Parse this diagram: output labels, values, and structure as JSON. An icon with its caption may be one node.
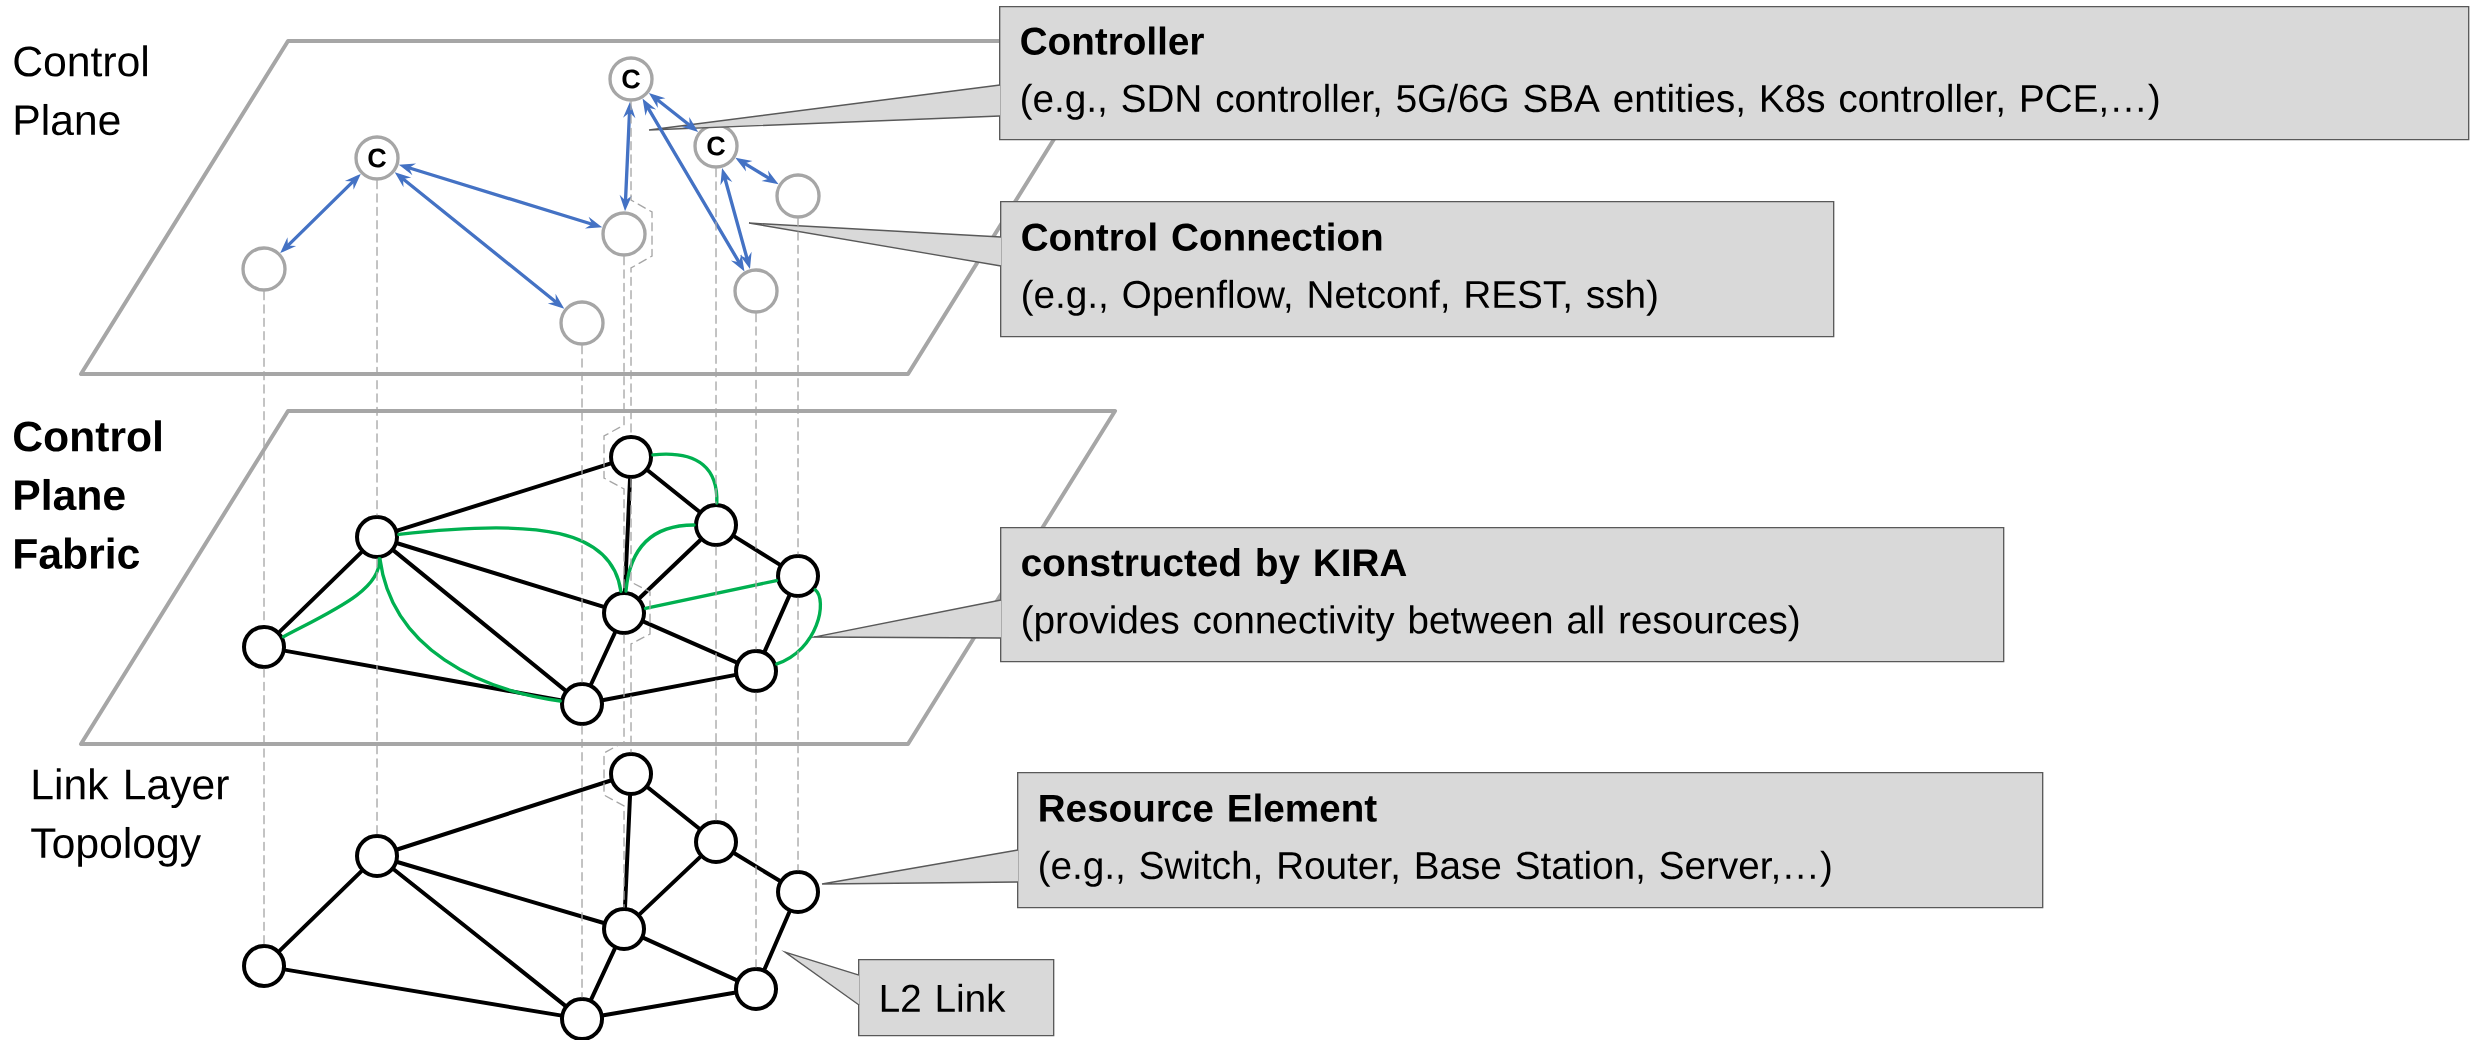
{
  "diagram": {
    "nodes": [
      {
        "text": [
          "Control Plane"
        ]
      },
      {
        "text": [],
        "shape": "circle",
        "in": 0
      },
      {
        "text": [
          "C"
        ],
        "in": 0
      },
      {
        "text": [],
        "shape": "circle",
        "in": 0
      },
      {
        "text": [],
        "shape": "circle",
        "in": 0
      },
      {
        "text": [
          "C"
        ],
        "in": 0
      },
      {
        "text": [
          "C"
        ],
        "in": 0
      },
      {
        "text": [],
        "shape": "circle",
        "in": 0
      },
      {
        "text": [],
        "shape": "circle",
        "in": 0
      },
      {
        "text": [
          "Controller",
          "(e.g., SDN controller, 5G/6G SBA entities, K8s controller, PCE,…)"
        ]
      },
      {
        "text": [
          "Control Connection",
          "(e.g., Openflow, Netconf, REST, ssh)"
        ]
      },
      {
        "text": [
          "Control Plane Fabric"
        ]
      },
      {
        "text": [],
        "shape": "circle",
        "in": 11
      },
      {
        "text": [],
        "shape": "circle",
        "in": 11
      },
      {
        "text": [],
        "shape": "circle",
        "in": 11
      },
      {
        "text": [],
        "shape": "circle",
        "in": 11
      },
      {
        "text": [],
        "shape": "circle",
        "in": 11
      },
      {
        "text": [],
        "shape": "circle",
        "in": 11
      },
      {
        "text": [],
        "shape": "circle",
        "in": 11
      },
      {
        "text": [],
        "shape": "circle",
        "in": 11
      },
      {
        "text": [
          "constructed by KIRA",
          "(provides connectivity between all resources)"
        ]
      },
      {
        "text": [],
        "shape": "circle"
      },
      {
        "text": [],
        "shape": "circle"
      },
      {
        "text": [],
        "shape": "circle"
      },
      {
        "text": [],
        "shape": "circle"
      },
      {
        "text": [],
        "shape": "circle"
      },
      {
        "text": [],
        "shape": "circle"
      },
      {
        "text": [],
        "shape": "circle"
      },
      {
        "text": [],
        "shape": "circle"
      },
      {
        "text": [
          "Resource Element",
          "(e.g., Switch, Router, Base Station, Server,…)"
        ]
      },
      {
        "text": [
          "L2 Link"
        ]
      }
    ],
    "edges": [
      {
        "from": 2,
        "to": 1,
        "arrow": "both",
        "color": "#4472c4"
      },
      {
        "from": 2,
        "to": 4,
        "arrow": "both",
        "color": "#4472c4"
      },
      {
        "from": 2,
        "to": 3,
        "arrow": "both",
        "color": "#4472c4"
      },
      {
        "from": 5,
        "to": 4,
        "arrow": "both",
        "color": "#4472c4"
      },
      {
        "from": 5,
        "to": 6,
        "arrow": "both",
        "color": "#4472c4"
      },
      {
        "from": 5,
        "to": 7,
        "arrow": "both",
        "color": "#4472c4"
      },
      {
        "from": 6,
        "to": 7,
        "arrow": "both",
        "color": "#4472c4"
      },
      {
        "from": 6,
        "to": 8,
        "arrow": "both",
        "color": "#4472c4"
      },
      {
        "from": 12,
        "to": 13,
        "arrow": "none"
      },
      {
        "from": 12,
        "to": 14,
        "arrow": "none"
      },
      {
        "from": 13,
        "to": 16,
        "arrow": "none"
      },
      {
        "from": 13,
        "to": 15,
        "arrow": "none"
      },
      {
        "from": 13,
        "to": 14,
        "arrow": "none"
      },
      {
        "from": 16,
        "to": 15,
        "arrow": "none"
      },
      {
        "from": 16,
        "to": 17,
        "arrow": "none"
      },
      {
        "from": 17,
        "to": 15,
        "arrow": "none"
      },
      {
        "from": 17,
        "to": 19,
        "arrow": "none"
      },
      {
        "from": 19,
        "to": 18,
        "arrow": "none"
      },
      {
        "from": 15,
        "to": 18,
        "arrow": "none"
      },
      {
        "from": 15,
        "to": 14,
        "arrow": "none"
      },
      {
        "from": 14,
        "to": 18,
        "arrow": "none"
      },
      {
        "from": 16,
        "to": 17,
        "arrow": "none",
        "color": "#00b050"
      },
      {
        "from": 13,
        "to": 15,
        "arrow": "none",
        "color": "#00b050"
      },
      {
        "from": 15,
        "to": 17,
        "arrow": "none",
        "color": "#00b050"
      },
      {
        "from": 15,
        "to": 19,
        "arrow": "none",
        "color": "#00b050"
      },
      {
        "from": 19,
        "to": 18,
        "arrow": "none",
        "color": "#00b050"
      },
      {
        "from": 12,
        "to": 13,
        "arrow": "none",
        "color": "#00b050"
      },
      {
        "from": 13,
        "to": 14,
        "arrow": "none",
        "color": "#00b050"
      },
      {
        "from": 21,
        "to": 22,
        "arrow": "none"
      },
      {
        "from": 21,
        "to": 23,
        "arrow": "none"
      },
      {
        "from": 22,
        "to": 25,
        "arrow": "none"
      },
      {
        "from": 22,
        "to": 24,
        "arrow": "none"
      },
      {
        "from": 22,
        "to": 23,
        "arrow": "none"
      },
      {
        "from": 25,
        "to": 24,
        "arrow": "none"
      },
      {
        "from": 25,
        "to": 26,
        "arrow": "none"
      },
      {
        "from": 26,
        "to": 24,
        "arrow": "none"
      },
      {
        "from": 26,
        "to": 28,
        "arrow": "none"
      },
      {
        "from": 28,
        "to": 27,
        "arrow": "none"
      },
      {
        "from": 24,
        "to": 27,
        "arrow": "none"
      },
      {
        "from": 24,
        "to": 23,
        "arrow": "none"
      },
      {
        "from": 23,
        "to": 27,
        "arrow": "none"
      },
      {
        "from": 1,
        "to": 12,
        "arrow": "none",
        "style": "dashed",
        "color": "#a6a6a6"
      },
      {
        "from": 12,
        "to": 21,
        "arrow": "none",
        "style": "dashed",
        "color": "#a6a6a6"
      },
      {
        "from": 2,
        "to": 13,
        "arrow": "none",
        "style": "dashed",
        "color": "#a6a6a6"
      },
      {
        "from": 13,
        "to": 22,
        "arrow": "none",
        "style": "dashed",
        "color": "#a6a6a6"
      },
      {
        "from": 3,
        "to": 14,
        "arrow": "none",
        "style": "dashed",
        "color": "#a6a6a6"
      },
      {
        "from": 14,
        "to": 23,
        "arrow": "none",
        "style": "dashed",
        "color": "#a6a6a6"
      },
      {
        "from": 4,
        "to": 15,
        "arrow": "none",
        "style": "dashed",
        "color": "#a6a6a6"
      },
      {
        "from": 15,
        "to": 24,
        "arrow": "none",
        "style": "dashed",
        "color": "#a6a6a6"
      },
      {
        "from": 5,
        "to": 16,
        "arrow": "none",
        "style": "dashed",
        "color": "#a6a6a6"
      },
      {
        "from": 16,
        "to": 25,
        "arrow": "none",
        "style": "dashed",
        "color": "#a6a6a6"
      },
      {
        "from": 6,
        "to": 17,
        "arrow": "none",
        "style": "dashed",
        "color": "#a6a6a6"
      },
      {
        "from": 17,
        "to": 26,
        "arrow": "none",
        "style": "dashed",
        "color": "#a6a6a6"
      },
      {
        "from": 7,
        "to": 18,
        "arrow": "none",
        "style": "dashed",
        "color": "#a6a6a6"
      },
      {
        "from": 18,
        "to": 27,
        "arrow": "none",
        "style": "dashed",
        "color": "#a6a6a6"
      },
      {
        "from": 8,
        "to": 19,
        "arrow": "none",
        "style": "dashed",
        "color": "#a6a6a6"
      },
      {
        "from": 19,
        "to": 28,
        "arrow": "none",
        "style": "dashed",
        "color": "#a6a6a6"
      }
    ],
    "labels": [
      "Link Layer Topology"
    ]
  }
}
